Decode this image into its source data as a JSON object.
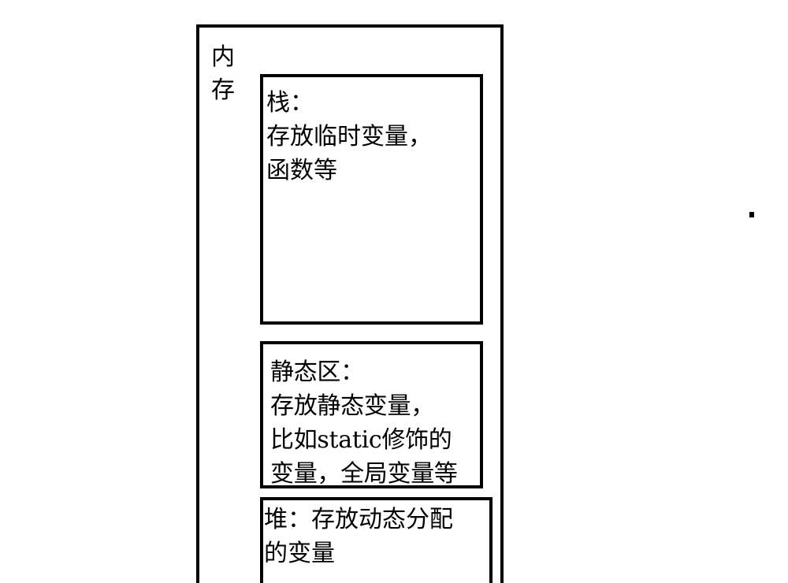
{
  "memory": {
    "label": "内\n存"
  },
  "regions": {
    "stack": "栈：\n存放临时变量，\n函数等",
    "static": "静态区：\n存放静态变量，\n比如static修饰的\n变量，全局变量等",
    "heap": "堆：存放动态分配\n的变量"
  },
  "colors": {
    "border": "#000000",
    "background": "#ffffff",
    "text": "#000000"
  }
}
